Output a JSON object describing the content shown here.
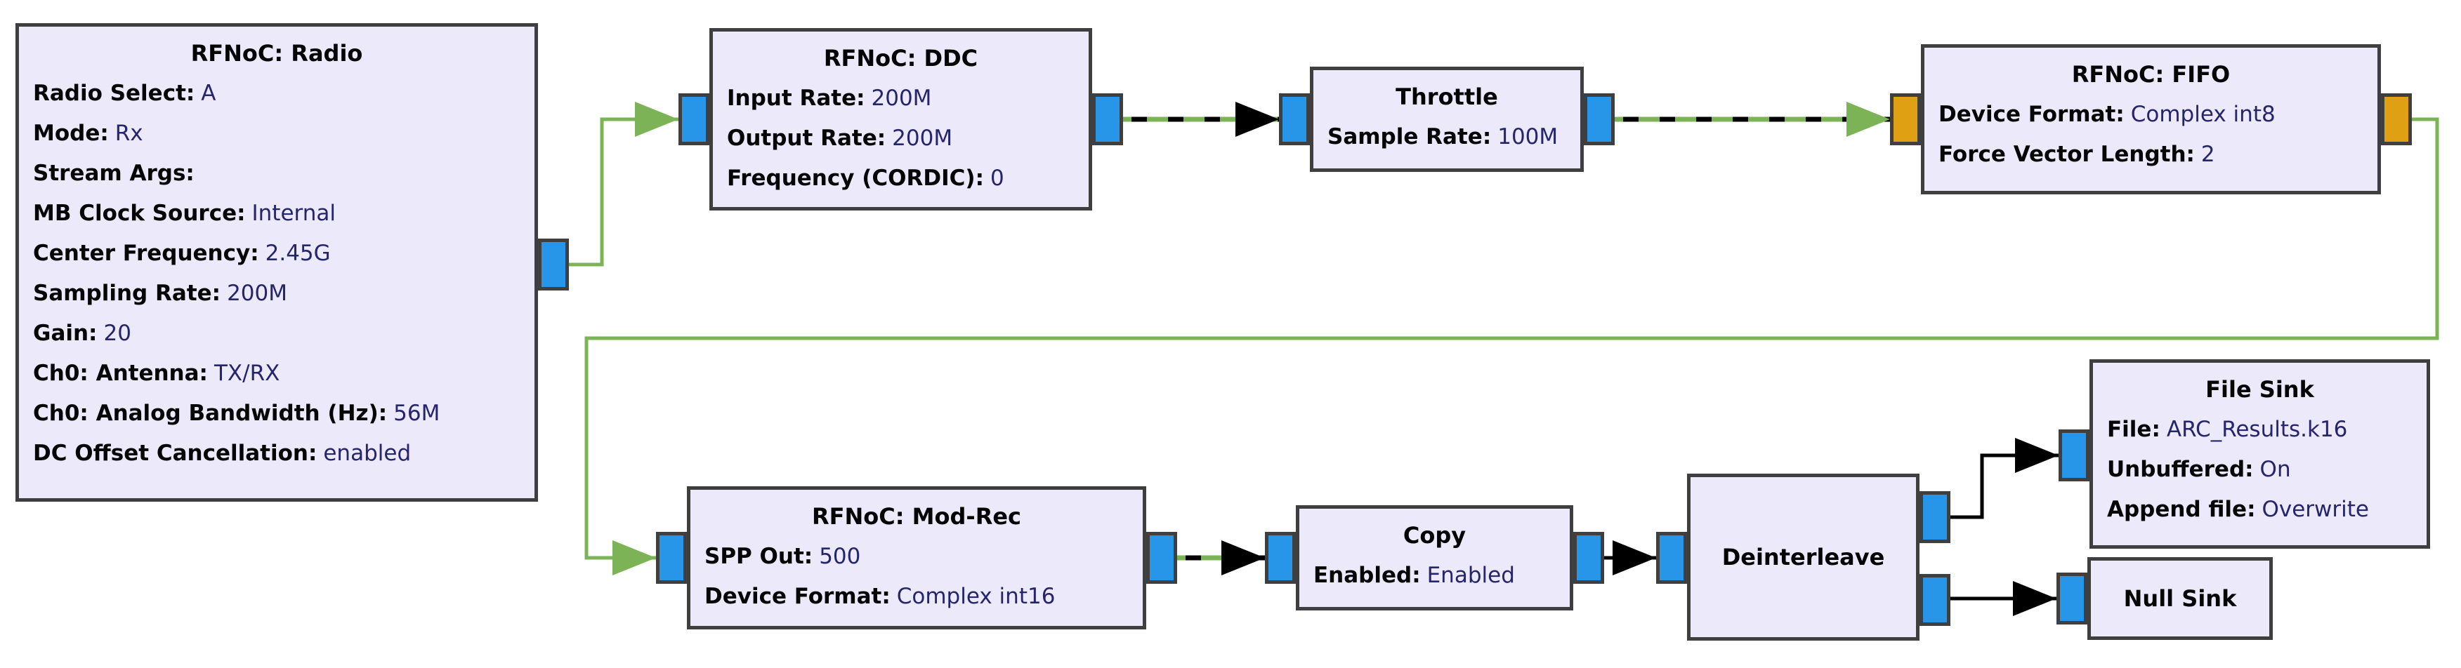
{
  "app": {
    "name": "GNU Radio Companion flowgraph canvas"
  },
  "colors": {
    "canvas_bg": "#ffffff",
    "block_bg": "#ece9fa",
    "block_border": "#3f3f3f",
    "port_blue": "#2796e9",
    "port_orange": "#dfa113",
    "wire_green": "#7cb356",
    "wire_black": "#000000",
    "param_value_text": "#25256b"
  },
  "blocks": [
    {
      "id": "radio",
      "title": "RFNoC: Radio",
      "params": [
        {
          "label": "Radio Select:",
          "value": "A"
        },
        {
          "label": "Mode:",
          "value": "Rx"
        },
        {
          "label": "Stream Args:",
          "value": ""
        },
        {
          "label": "MB Clock Source:",
          "value": "Internal"
        },
        {
          "label": "Center Frequency:",
          "value": "2.45G"
        },
        {
          "label": "Sampling Rate:",
          "value": "200M"
        },
        {
          "label": "Gain:",
          "value": "20"
        },
        {
          "label": "Ch0: Antenna:",
          "value": "TX/RX"
        },
        {
          "label": "Ch0: Analog Bandwidth (Hz):",
          "value": "56M"
        },
        {
          "label": "DC Offset Cancellation:",
          "value": "enabled"
        }
      ]
    },
    {
      "id": "ddc",
      "title": "RFNoC: DDC",
      "params": [
        {
          "label": "Input Rate:",
          "value": "200M"
        },
        {
          "label": "Output Rate:",
          "value": "200M"
        },
        {
          "label": "Frequency (CORDIC):",
          "value": "0"
        }
      ]
    },
    {
      "id": "throttle",
      "title": "Throttle",
      "params": [
        {
          "label": "Sample Rate:",
          "value": "100M"
        }
      ]
    },
    {
      "id": "fifo",
      "title": "RFNoC: FIFO",
      "params": [
        {
          "label": "Device Format:",
          "value": "Complex int8"
        },
        {
          "label": "Force Vector Length:",
          "value": "2"
        }
      ]
    },
    {
      "id": "modrec",
      "title": "RFNoC: Mod-Rec",
      "params": [
        {
          "label": "SPP Out:",
          "value": "500"
        },
        {
          "label": "Device Format:",
          "value": "Complex int16"
        }
      ]
    },
    {
      "id": "copy",
      "title": "Copy",
      "params": [
        {
          "label": "Enabled:",
          "value": "Enabled"
        }
      ]
    },
    {
      "id": "deinterleave",
      "title": "Deinterleave",
      "params": []
    },
    {
      "id": "filesink",
      "title": "File Sink",
      "params": [
        {
          "label": "File:",
          "value": "ARC_Results.k16"
        },
        {
          "label": "Unbuffered:",
          "value": "On"
        },
        {
          "label": "Append file:",
          "value": "Overwrite"
        }
      ]
    },
    {
      "id": "nullsink",
      "title": "Null Sink",
      "params": []
    }
  ],
  "connections": [
    {
      "from": "radio.out0",
      "to": "ddc.in0",
      "line": "solid-green",
      "arrow": "green"
    },
    {
      "from": "ddc.out0",
      "to": "throttle.in0",
      "line": "dashed",
      "arrow": "black"
    },
    {
      "from": "throttle.out0",
      "to": "fifo.in0",
      "line": "dashed",
      "arrow": "green"
    },
    {
      "from": "fifo.out0",
      "to": "modrec.in0",
      "line": "solid-green",
      "arrow": "green"
    },
    {
      "from": "modrec.out0",
      "to": "copy.in0",
      "line": "dashed",
      "arrow": "black"
    },
    {
      "from": "copy.out0",
      "to": "deinterleave.in0",
      "line": "solid-black",
      "arrow": "black"
    },
    {
      "from": "deinterleave.out0",
      "to": "filesink.in0",
      "line": "solid-black",
      "arrow": "black"
    },
    {
      "from": "deinterleave.out1",
      "to": "nullsink.in0",
      "line": "solid-black",
      "arrow": "black"
    }
  ]
}
